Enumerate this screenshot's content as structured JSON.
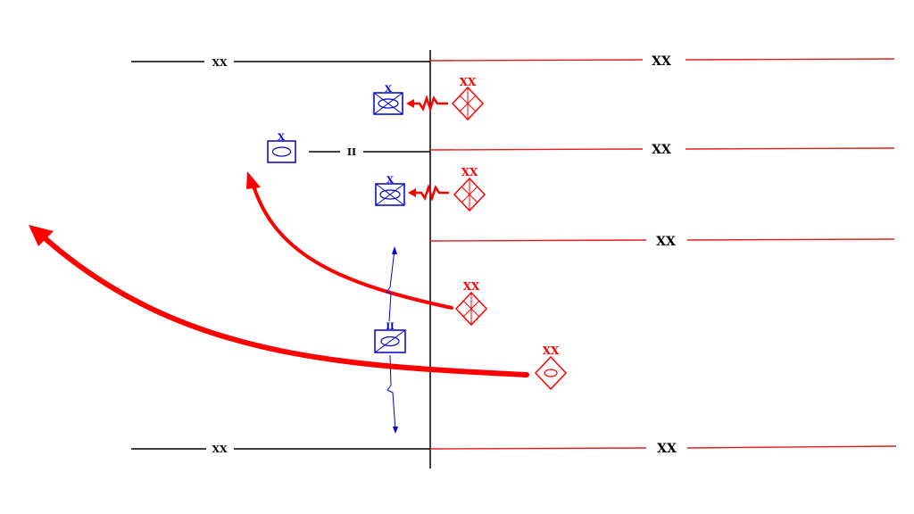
{
  "colors": {
    "friendly": "#0000cc",
    "enemy": "#ff0000",
    "boundary": "#000000",
    "enemy_line": "#e81c1c"
  },
  "boundaries": {
    "west_top_echelon": "XX",
    "west_bottom_echelon": "XX",
    "west_mid_echelon": "II",
    "east_1_echelon": "XX",
    "east_2_echelon": "XX",
    "east_3_echelon": "XX",
    "east_4_echelon": "XX"
  },
  "units": {
    "friendly_armor_recon_1": {
      "echelon": "X",
      "icon": "armored-cavalry-icon"
    },
    "friendly_armor_recon_2": {
      "echelon": "X",
      "icon": "armored-cavalry-icon"
    },
    "friendly_armor_bn": {
      "echelon": "II",
      "icon": "armor-icon"
    },
    "friendly_armor_bde": {
      "echelon": "X",
      "icon": "armor-icon"
    },
    "enemy_mech_1": {
      "echelon": "XX",
      "icon": "mechanized-infantry-icon"
    },
    "enemy_mech_2": {
      "echelon": "XX",
      "icon": "mechanized-infantry-icon"
    },
    "enemy_mech_3": {
      "echelon": "XX",
      "icon": "mechanized-infantry-icon"
    },
    "enemy_armor": {
      "echelon": "XX",
      "icon": "armor-icon"
    }
  }
}
